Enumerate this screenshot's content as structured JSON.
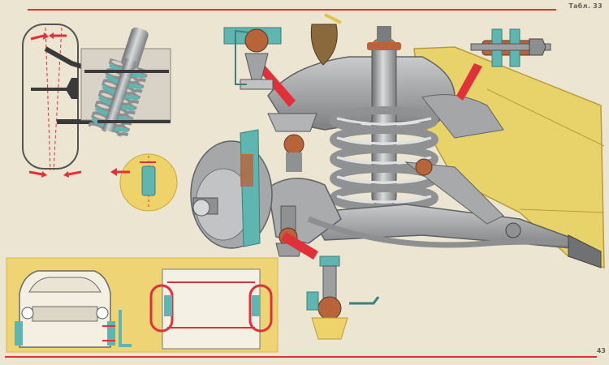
{
  "page": {
    "plate_label": "Табл. 33",
    "page_number": "43"
  },
  "colors": {
    "paper": "#ece5d2",
    "accent_red": "#e0303a",
    "body_yellow": "#e8d36a",
    "panel_yellow": "#efd476",
    "circle_yellow": "#eed36a",
    "part_teal": "#5fb6b0",
    "part_copper": "#b8643a",
    "steel": "#9b9d9f",
    "ink": "#4b4b4b"
  },
  "icons": [
    "spring-coil",
    "shock-absorber",
    "ball-joint",
    "wheel-hub",
    "wheel-alignment-arrow",
    "red-leader-arrow"
  ]
}
